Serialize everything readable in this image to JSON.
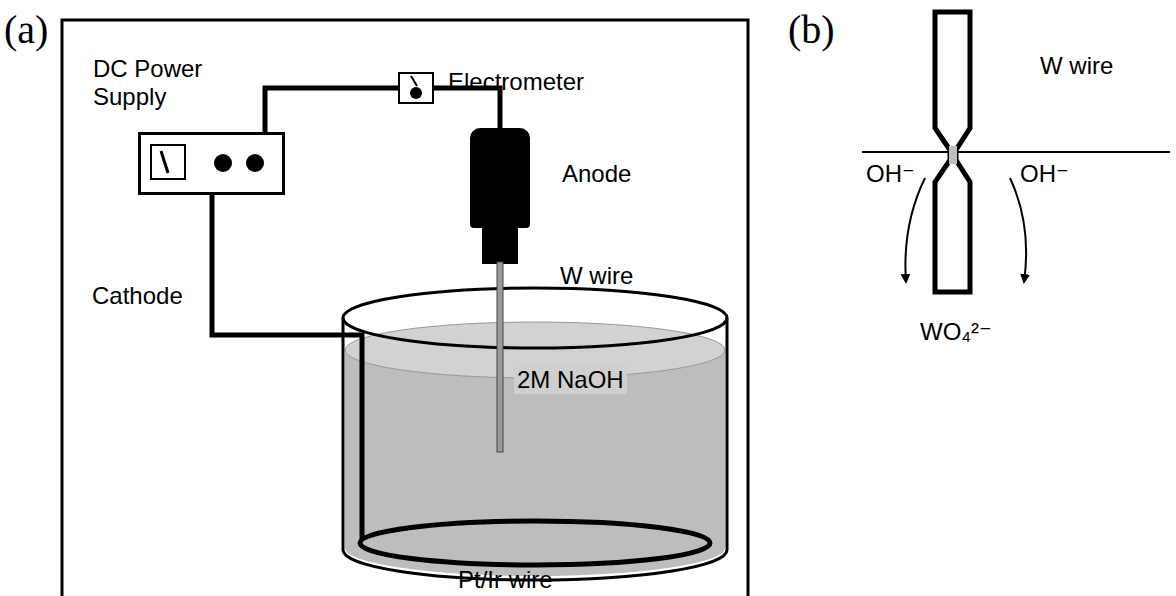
{
  "diagram": {
    "nodes": [
      {
        "text": [
          "DC Power Supply"
        ]
      },
      {
        "text": [
          "Electrometer"
        ]
      },
      {
        "text": [
          "Anode"
        ]
      }
    ],
    "edges": [
      {
        "from": 0,
        "to": 1,
        "arrow": "none"
      },
      {
        "from": 1,
        "to": 2,
        "arrow": "none"
      }
    ],
    "labels": [
      "(a)",
      "(b)",
      "W wire",
      "Cathode",
      "2M NaOH",
      "Pt/Ir wire",
      "W wire",
      "OH⁻",
      "OH⁻",
      "WO₄²⁻"
    ]
  }
}
